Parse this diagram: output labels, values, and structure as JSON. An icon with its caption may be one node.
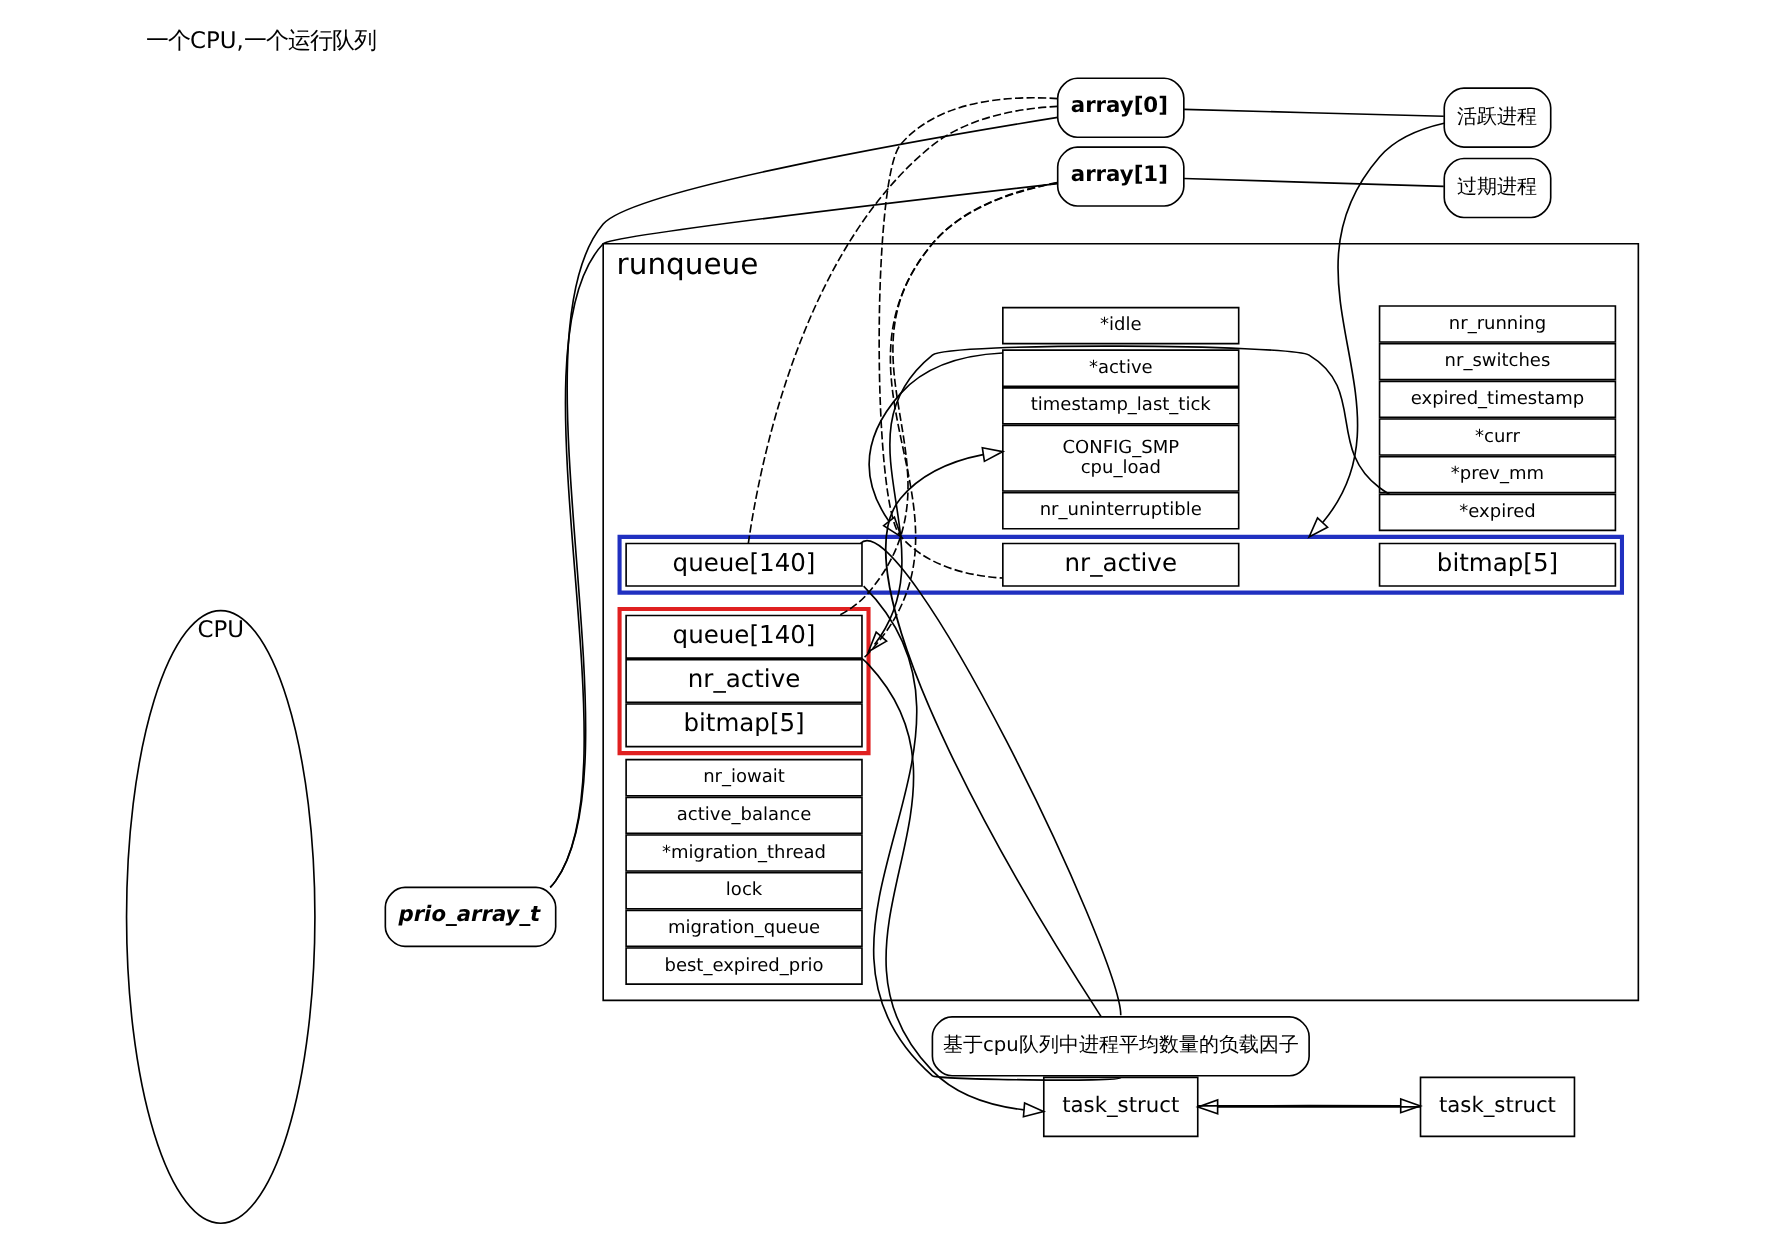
{
  "diagram": {
    "title": "一个CPU,一个运行队列",
    "nodes": [
      {
        "text": [
          "CPU"
        ]
      },
      {
        "text": [
          "runqueue"
        ]
      },
      {
        "text": [
          "lock"
        ],
        "in": 1
      },
      {
        "text": [
          "nr_running"
        ],
        "in": 1
      },
      {
        "text": [
          "CONFIG_SMP",
          "cpu_load"
        ],
        "in": 1
      },
      {
        "text": [
          "nr_switches"
        ],
        "in": 1
      },
      {
        "text": [
          "nr_uninterruptible"
        ],
        "in": 1
      },
      {
        "text": [
          "expired_timestamp"
        ],
        "in": 1
      },
      {
        "text": [
          "timestamp_last_tick"
        ],
        "in": 1
      },
      {
        "text": [
          "*curr"
        ],
        "in": 1
      },
      {
        "text": [
          "*idle"
        ],
        "in": 1
      },
      {
        "text": [
          "*prev_mm"
        ],
        "in": 1
      },
      {
        "text": [
          "*active"
        ],
        "in": 1
      },
      {
        "text": [
          "*expired"
        ],
        "in": 1
      },
      {
        "text": [],
        "shape": "box",
        "in": 1
      },
      {
        "text": [
          "nr_active"
        ],
        "in": 14
      },
      {
        "text": [
          "bitmap[5]"
        ],
        "in": 14
      },
      {
        "text": [
          "queue[140]"
        ],
        "in": 14
      },
      {
        "text": [],
        "shape": "box",
        "in": 1
      },
      {
        "text": [
          "nr_active"
        ],
        "in": 18
      },
      {
        "text": [
          "bitmap[5]"
        ],
        "in": 18
      },
      {
        "text": [
          "queue[140]"
        ],
        "in": 18
      },
      {
        "text": [
          "best_expired_prio"
        ],
        "in": 1
      },
      {
        "text": [
          "nr_iowait"
        ],
        "in": 1
      },
      {
        "text": [
          "active_balance"
        ],
        "in": 1
      },
      {
        "text": [
          "*migration_thread"
        ],
        "in": 1
      },
      {
        "text": [
          "migration_queue"
        ],
        "in": 1
      },
      {
        "text": [
          "基于cpu队列中进程平均数量的负载因子"
        ]
      },
      {
        "text": [
          "活跃进程"
        ]
      },
      {
        "text": [
          "array[0]"
        ]
      },
      {
        "text": [
          "过期进程"
        ]
      },
      {
        "text": [
          "array[1]"
        ]
      },
      {
        "text": [
          "prio_array_t"
        ]
      },
      {
        "text": [
          "task_struct"
        ]
      },
      {
        "text": [
          "task_struct"
        ]
      }
    ],
    "edges": [
      {
        "from": 27,
        "to": 4,
        "arrow": "to"
      },
      {
        "from": 12,
        "to": 14,
        "arrow": "to"
      },
      {
        "from": 13,
        "to": 18,
        "arrow": "to"
      },
      {
        "from": 27,
        "to": 17,
        "arrow": "none"
      },
      {
        "from": 27,
        "to": 17,
        "arrow": "none"
      },
      {
        "from": 28,
        "to": 14,
        "arrow": "to"
      },
      {
        "from": 28,
        "to": 29,
        "arrow": "none"
      },
      {
        "from": 29,
        "to": 15,
        "arrow": "none",
        "style": "dashed"
      },
      {
        "from": 29,
        "to": 17,
        "arrow": "none",
        "style": "dashed"
      },
      {
        "from": 30,
        "to": 31,
        "arrow": "none"
      },
      {
        "from": 31,
        "to": 19,
        "arrow": "none",
        "style": "dashed"
      },
      {
        "from": 31,
        "to": 21,
        "arrow": "none",
        "style": "dashed"
      },
      {
        "from": 32,
        "to": 29,
        "arrow": "none"
      },
      {
        "from": 32,
        "to": 31,
        "arrow": "none"
      },
      {
        "from": 21,
        "to": 33,
        "arrow": "to"
      },
      {
        "from": 34,
        "to": 33,
        "arrow": "to"
      },
      {
        "from": 33,
        "to": 34,
        "arrow": "to"
      }
    ]
  }
}
